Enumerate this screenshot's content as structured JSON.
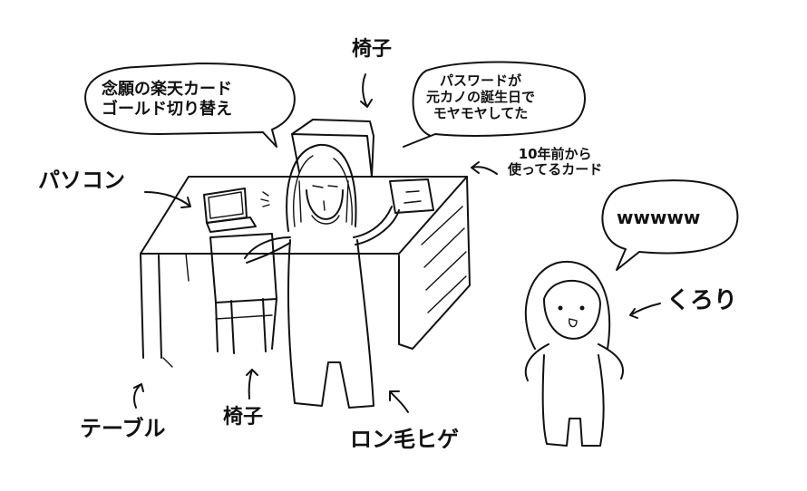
{
  "colors": {
    "ink": "#111111",
    "paper": "#ffffff"
  },
  "labels": {
    "chair_top": "椅子",
    "pc": "パソコン",
    "card_old": "10年前から\n使ってるカード",
    "table": "テーブル",
    "chair_bottom": "椅子",
    "man": "ロン毛ヒゲ",
    "kurori": "くろり"
  },
  "bubbles": {
    "wish": "念願の楽天カード\nゴールド切り替え",
    "password": "パスワードが\n元カノの誕生日で\nモヤモヤしてた",
    "laugh": "wwwww"
  },
  "icons": {
    "man": "long-haired-bearded-man-figure",
    "kurori": "girl-figure",
    "pc": "laptop-icon",
    "card": "card-icon"
  }
}
